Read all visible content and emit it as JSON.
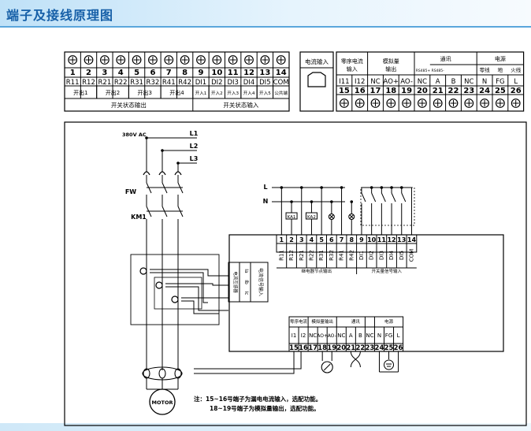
{
  "header": {
    "title": "端子及接线原理图"
  },
  "terminal_strip_left": {
    "numbers": [
      "1",
      "2",
      "3",
      "4",
      "5",
      "6",
      "7",
      "8",
      "9",
      "10",
      "11",
      "12",
      "13",
      "14"
    ],
    "labels": [
      "R11",
      "R12",
      "R21",
      "R22",
      "R31",
      "R32",
      "R41",
      "R42",
      "DI1",
      "DI2",
      "DI3",
      "DI4",
      "DI5",
      "COM"
    ],
    "groups": [
      "开出1",
      "开出2",
      "开出3",
      "开出4",
      "开入1",
      "开入2",
      "开入3",
      "开入4",
      "开入5",
      "公共端"
    ],
    "bottom_groups": [
      "开关状态输出",
      "开关状态输入"
    ]
  },
  "current_input_box": {
    "label": "电流输入"
  },
  "terminal_strip_right": {
    "group_headers": [
      "零序电流输入",
      "模拟量输出",
      "通讯",
      "电源"
    ],
    "sub_headers": [
      "RS485+",
      "RS485-",
      "零线",
      "地",
      "火线"
    ],
    "labels": [
      "I11",
      "I12",
      "NC",
      "AO+",
      "AO-",
      "NC",
      "A",
      "B",
      "NC",
      "N",
      "FG",
      "L"
    ],
    "numbers": [
      "15",
      "16",
      "17",
      "18",
      "19",
      "20",
      "21",
      "22",
      "23",
      "24",
      "25",
      "26"
    ]
  },
  "wiring": {
    "supply_label": "380V AC",
    "phases": [
      "L1",
      "L2",
      "L3"
    ],
    "fuse_label": "FW",
    "contactor_label": "KM1",
    "ln": [
      "L",
      "N"
    ],
    "relays": [
      "KA1",
      "KA2"
    ],
    "device_numbers": [
      "1",
      "2",
      "3",
      "4",
      "5",
      "6",
      "7",
      "8",
      "9",
      "10",
      "11",
      "12",
      "13",
      "14"
    ],
    "device_labels": [
      "R11",
      "R12",
      "R21",
      "R22",
      "R31",
      "R32",
      "R41",
      "R42",
      "DI1",
      "DI2",
      "DI3",
      "DI4",
      "DI5",
      "COM"
    ],
    "device_group_labels": [
      "继电器节点输出",
      "开关量信号输入"
    ],
    "ct_label": "电流互感器",
    "ct_ports": [
      "Ia",
      "Ib",
      "Ic"
    ],
    "ct_side_text": "电流信号输入",
    "bottom_headers": [
      "零序电流",
      "模拟量输出",
      "通讯",
      "电源"
    ],
    "bottom_labels": [
      "I1",
      "I2",
      "NC",
      "AO+",
      "AO-",
      "NC",
      "A",
      "B",
      "NC",
      "N",
      "FG",
      "L"
    ],
    "bottom_numbers": [
      "15",
      "16",
      "17",
      "18",
      "19",
      "20",
      "21",
      "22",
      "23",
      "24",
      "25",
      "26"
    ],
    "motor_label": "MOTOR",
    "note_lines": [
      "注：15~16号端子为漏电电流输入，选配功能。",
      "18~19号端子为模拟量输出，选配功能。"
    ]
  }
}
